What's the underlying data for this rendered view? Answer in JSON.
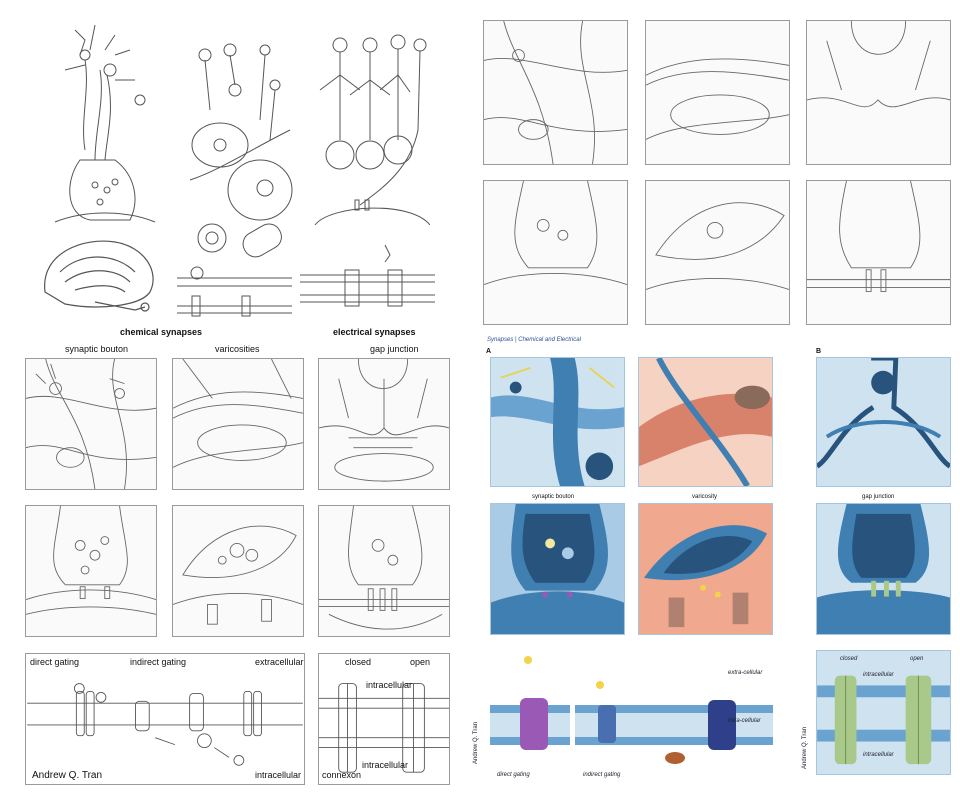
{
  "left": {
    "headings": {
      "chemical": "chemical synapses",
      "electrical": "electrical synapses"
    },
    "columns": [
      "synaptic bouton",
      "varicosities",
      "gap junction"
    ],
    "gating_panel": {
      "direct": "direct gating",
      "indirect": "indirect gating",
      "extracellular": "extracellular",
      "intracellular": "intracellular",
      "author": "Andrew Q. Tran"
    },
    "junction_panel": {
      "closed": "closed",
      "open": "open",
      "intracellular_top": "intracellular",
      "intracellular_bottom": "intracellular",
      "connexon": "connexon"
    }
  },
  "right": {
    "header": "Synapses | Chemical and Electrical",
    "panel_a": "A",
    "panel_b": "B",
    "labels": {
      "bouton": "synaptic bouton",
      "varicosity": "varicosity",
      "gap": "gap junction"
    },
    "gating": {
      "extra": "extra-cellular",
      "intra": "intra-cellular",
      "direct": "direct gating",
      "indirect": "indirect gating",
      "author": "Andrew Q. Tran"
    },
    "junction": {
      "closed": "closed",
      "open": "open",
      "intracellular_top": "intracellular",
      "intracellular_bottom": "intracellular",
      "author": "Andrew Q. Tran"
    }
  },
  "colors": {
    "sketch_line": "#555555",
    "blue_bg": "#cfe2f0",
    "blue_cell": "#3f7fb1",
    "dark_blue": "#27537c",
    "peach_bg": "#f6d2c2",
    "vessel": "#d9826b",
    "membrane": "#5fa9d6",
    "purple": "#9b59b6",
    "green": "#a9c98a"
  }
}
